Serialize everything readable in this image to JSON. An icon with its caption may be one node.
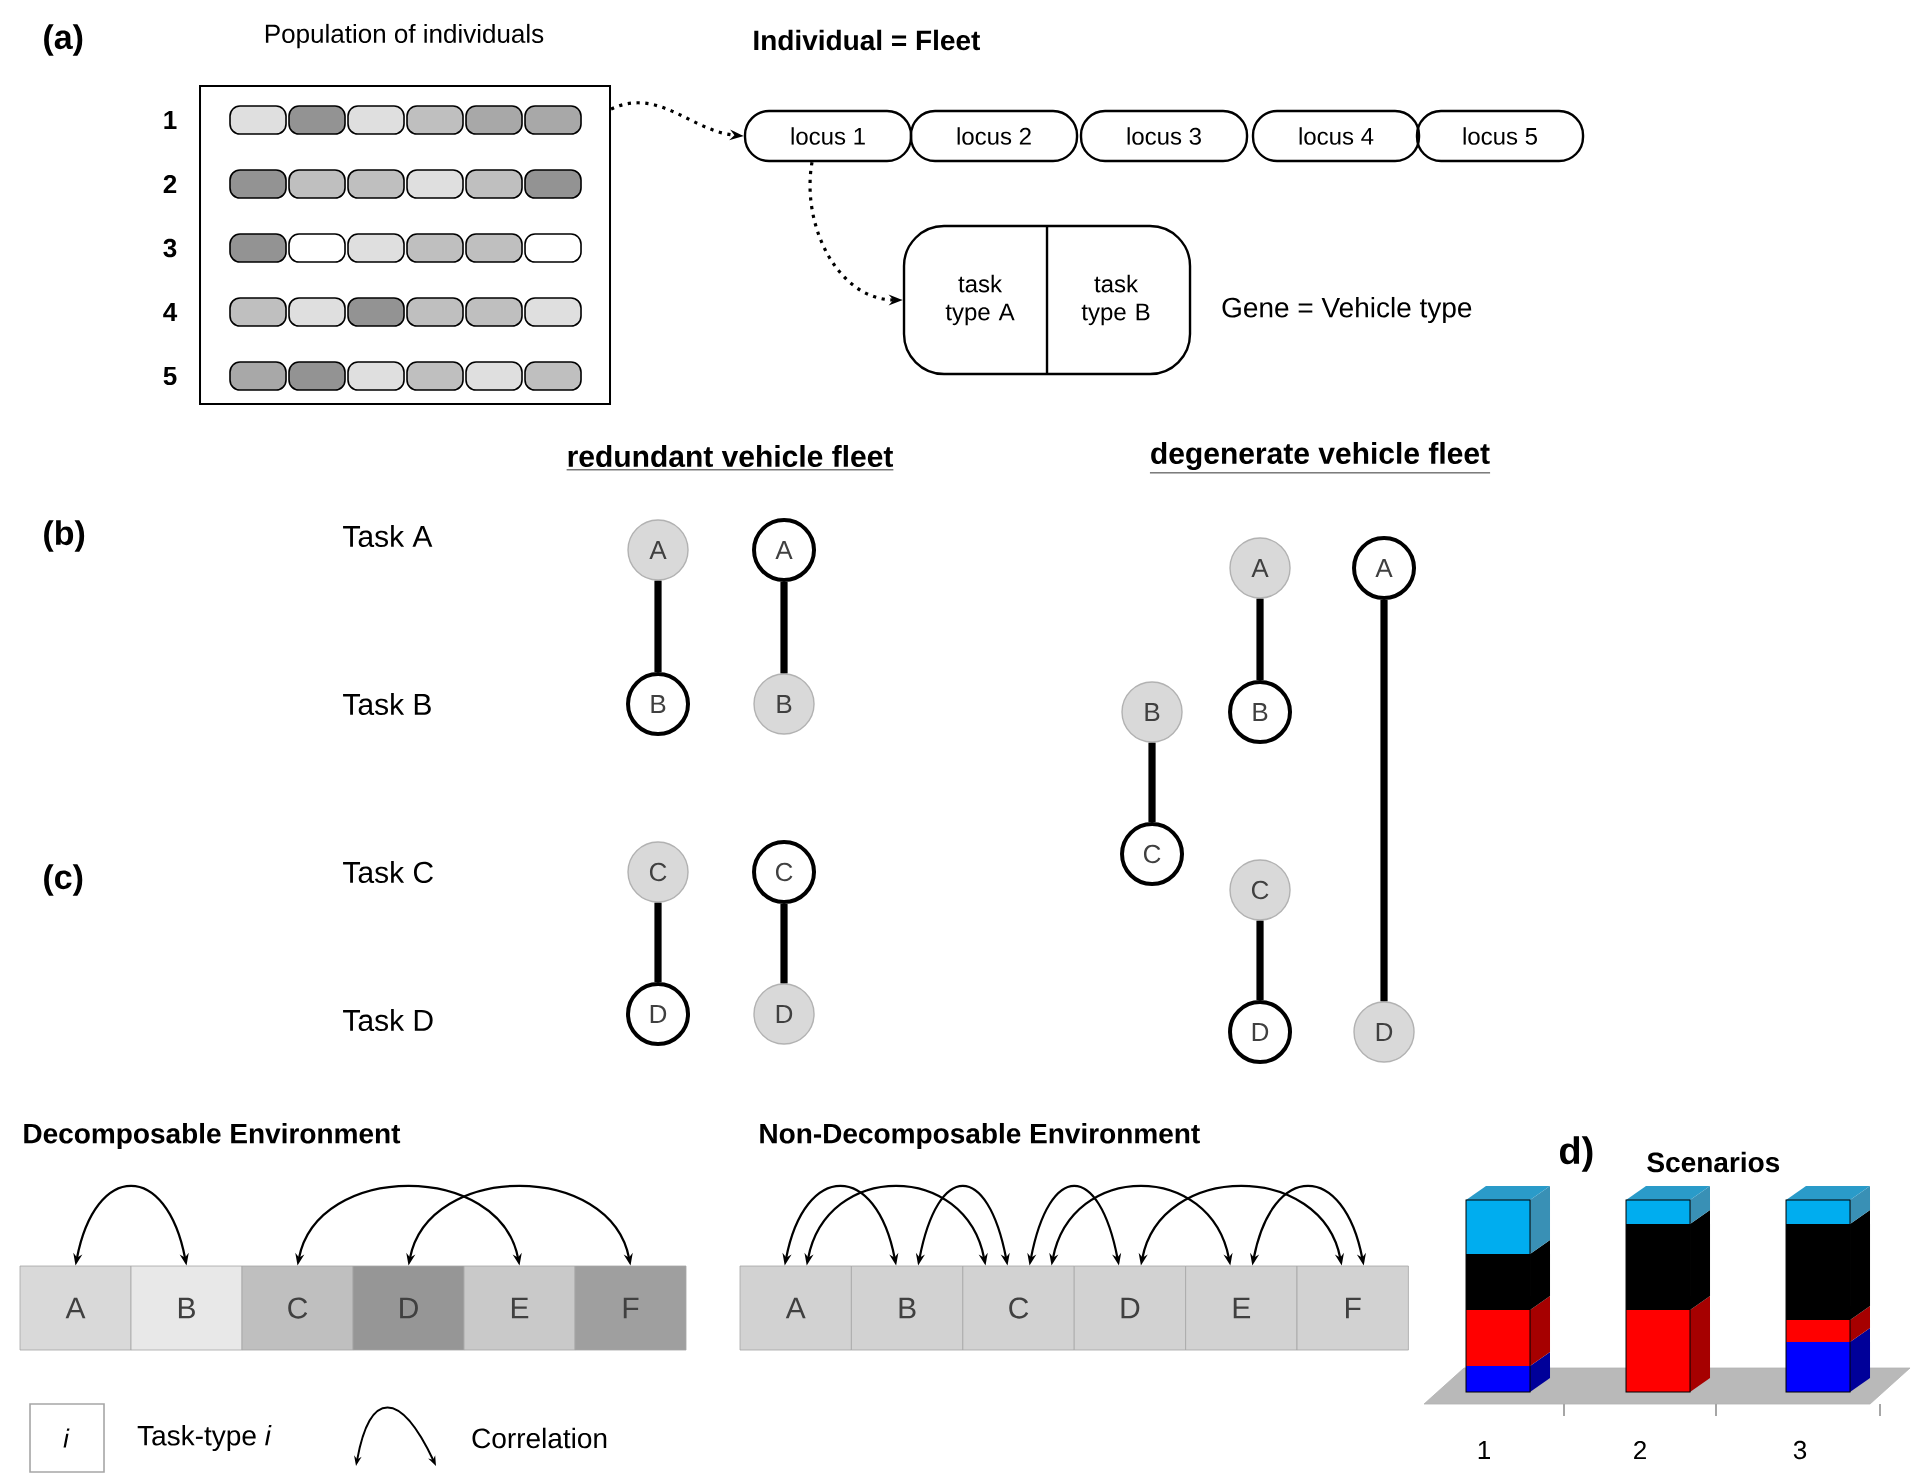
{
  "diagram": {
    "nodes": [
      {
        "text": [
          "Population of individuals"
        ],
        "beside": [
          "1",
          "2",
          "3",
          "4",
          "5"
        ]
      },
      {
        "text": [
          "locus 1"
        ]
      },
      {
        "text": [
          "locus 2"
        ]
      },
      {
        "text": [
          "locus 3"
        ]
      },
      {
        "text": [
          "locus 4"
        ]
      },
      {
        "text": [
          "locus 5"
        ]
      },
      {
        "text": [
          "task type A",
          "task type B"
        ],
        "beside": [
          "Gene = Vehicle type"
        ]
      },
      {
        "text": [
          "A"
        ]
      },
      {
        "text": [
          "B"
        ]
      },
      {
        "text": [
          "A"
        ]
      },
      {
        "text": [
          "B"
        ]
      },
      {
        "text": [
          "C"
        ]
      },
      {
        "text": [
          "D"
        ]
      },
      {
        "text": [
          "C"
        ]
      },
      {
        "text": [
          "D"
        ]
      },
      {
        "text": [
          "B"
        ]
      },
      {
        "text": [
          "C"
        ]
      },
      {
        "text": [
          "A"
        ]
      },
      {
        "text": [
          "B"
        ]
      },
      {
        "text": [
          "C"
        ]
      },
      {
        "text": [
          "D"
        ]
      },
      {
        "text": [
          "A"
        ]
      },
      {
        "text": [
          "D"
        ]
      },
      {
        "text": [
          "A"
        ]
      },
      {
        "text": [
          "B"
        ]
      },
      {
        "text": [
          "C"
        ]
      },
      {
        "text": [
          "D"
        ]
      },
      {
        "text": [
          "E"
        ]
      },
      {
        "text": [
          "F"
        ]
      },
      {
        "text": [
          "A"
        ]
      },
      {
        "text": [
          "B"
        ]
      },
      {
        "text": [
          "C"
        ]
      },
      {
        "text": [
          "D"
        ]
      },
      {
        "text": [
          "E"
        ]
      },
      {
        "text": [
          "F"
        ]
      }
    ],
    "edges": [
      {
        "from": 0,
        "to": 1,
        "arrow": "to",
        "style": "dashed"
      },
      {
        "from": 1,
        "to": 6,
        "arrow": "to",
        "style": "dashed"
      },
      {
        "from": 7,
        "to": 8,
        "arrow": "none",
        "style": "thick"
      },
      {
        "from": 9,
        "to": 10,
        "arrow": "none",
        "style": "thick"
      },
      {
        "from": 11,
        "to": 12,
        "arrow": "none",
        "style": "thick"
      },
      {
        "from": 13,
        "to": 14,
        "arrow": "none",
        "style": "thick"
      },
      {
        "from": 15,
        "to": 16,
        "arrow": "none",
        "style": "thick"
      },
      {
        "from": 17,
        "to": 18,
        "arrow": "none",
        "style": "thick"
      },
      {
        "from": 19,
        "to": 20,
        "arrow": "none",
        "style": "thick"
      },
      {
        "from": 21,
        "to": 22,
        "arrow": "none",
        "style": "thick"
      },
      {
        "from": 23,
        "to": 24,
        "arrow": "both"
      },
      {
        "from": 25,
        "to": 27,
        "arrow": "both"
      },
      {
        "from": 26,
        "to": 28,
        "arrow": "both"
      },
      {
        "from": 29,
        "to": 30,
        "arrow": "both"
      },
      {
        "from": 29,
        "to": 31,
        "arrow": "both"
      },
      {
        "from": 30,
        "to": 31,
        "arrow": "both"
      },
      {
        "from": 31,
        "to": 32,
        "arrow": "both"
      },
      {
        "from": 31,
        "to": 33,
        "arrow": "both"
      },
      {
        "from": 32,
        "to": 34,
        "arrow": "both"
      },
      {
        "from": 33,
        "to": 34,
        "arrow": "both"
      }
    ],
    "labels": [
      "(a)",
      "Individual = Fleet",
      "redundant vehicle fleet",
      "degenerate vehicle fleet",
      "(b)",
      "Task A",
      "Task B",
      "(c)",
      "Task C",
      "Task D",
      "Decomposable Environment",
      "Non-Decomposable Environment",
      "d)",
      "Scenarios",
      "1",
      "2",
      "3",
      "i"
    ],
    "legend": [
      {
        "text": "Task-type *i*"
      },
      {
        "text": "Correlation"
      }
    ]
  }
}
